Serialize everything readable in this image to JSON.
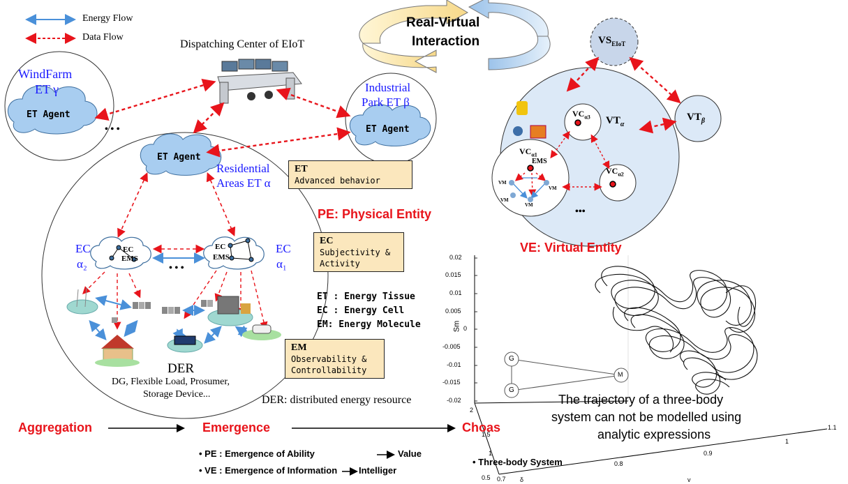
{
  "legend": {
    "energy_flow": "Energy Flow",
    "data_flow": "Data Flow"
  },
  "dispatch_center": "Dispatching Center of EIoT",
  "real_virtual": {
    "line1": "Real-Virtual",
    "line2": "Interaction"
  },
  "windfarm": {
    "line1": "WindFarm",
    "line2": "ET γ"
  },
  "industrial": {
    "line1": "Industrial",
    "line2": "Park ET β"
  },
  "residential": {
    "line1": "Residential",
    "line2": "Areas ET α"
  },
  "agent_label": "ET Agent",
  "ellipsis": "• • •",
  "ec_left": {
    "line1": "EC",
    "line2": "α₂"
  },
  "ec_right": {
    "line1": "EC",
    "line2": "α₁"
  },
  "ec_node": "EC",
  "ems_node": "EMS",
  "der": {
    "title": "DER",
    "line1": "DG, Flexible Load, Prosumer,",
    "line2": "Storage Device..."
  },
  "boxes": {
    "et": {
      "title": "ET",
      "line1": "Advanced behavior"
    },
    "ec": {
      "title": "EC",
      "line1": "Subjectivity &",
      "line2": "Activity"
    },
    "em": {
      "title": "EM",
      "line1": "Observability &",
      "line2": "Controllability"
    }
  },
  "pe_title": "PE: Physical Entity",
  "ve_title": "VE: Virtual Entity",
  "definitions": [
    "ET : Energy Tissue",
    "EC : Energy Cell",
    "EM: Energy Molecule"
  ],
  "der_definition": "DER: distributed energy resource",
  "flow": {
    "aggregation": "Aggregation",
    "emergence": "Emergence",
    "chaos": "Choas"
  },
  "bullets": {
    "pe": {
      "label": "PE :  Emergence of Ability",
      "result": "Value"
    },
    "ve": {
      "label": "VE :  Emergence of  Information",
      "result": "Intelliger"
    },
    "three_body": "Three-body System"
  },
  "virtual": {
    "vs": "VS",
    "vs_sub": "EIoT",
    "vt_alpha": "VT",
    "vt_alpha_sub": "α",
    "vt_beta": "VT",
    "vt_beta_sub": "β",
    "vc_a1": "VC",
    "vc_a1_sub": "α1",
    "vc_a2": "VC",
    "vc_a2_sub": "α2",
    "vc_a3": "VC",
    "vc_a3_sub": "α3",
    "ems": "EMS",
    "vm": "VM",
    "dots": "•••"
  },
  "plot": {
    "z_ticks": [
      "0.02",
      "0.015",
      "0.01",
      "0.005",
      "0",
      "-0.005",
      "-0.01",
      "-0.015",
      "-0.02"
    ],
    "z_label": "Sm",
    "delta_ticks": [
      "2",
      "1.5",
      "1",
      "0.5"
    ],
    "delta_label": "δ",
    "v_ticks": [
      "0.7",
      "0.8",
      "0.9",
      "1",
      "1.1"
    ],
    "v_label": "v",
    "caption": {
      "line1": "The trajectory of a three-body",
      "line2": "system can not be modelled using",
      "line3": "analytic expressions"
    },
    "graph_nodes": [
      "G",
      "G",
      "M"
    ]
  },
  "colors": {
    "energy": "#4a90d9",
    "data": "#e8141b",
    "cloud": "#a8cdf0",
    "box": "#fbe7bd",
    "virtual_fill": "#dce9f7"
  }
}
